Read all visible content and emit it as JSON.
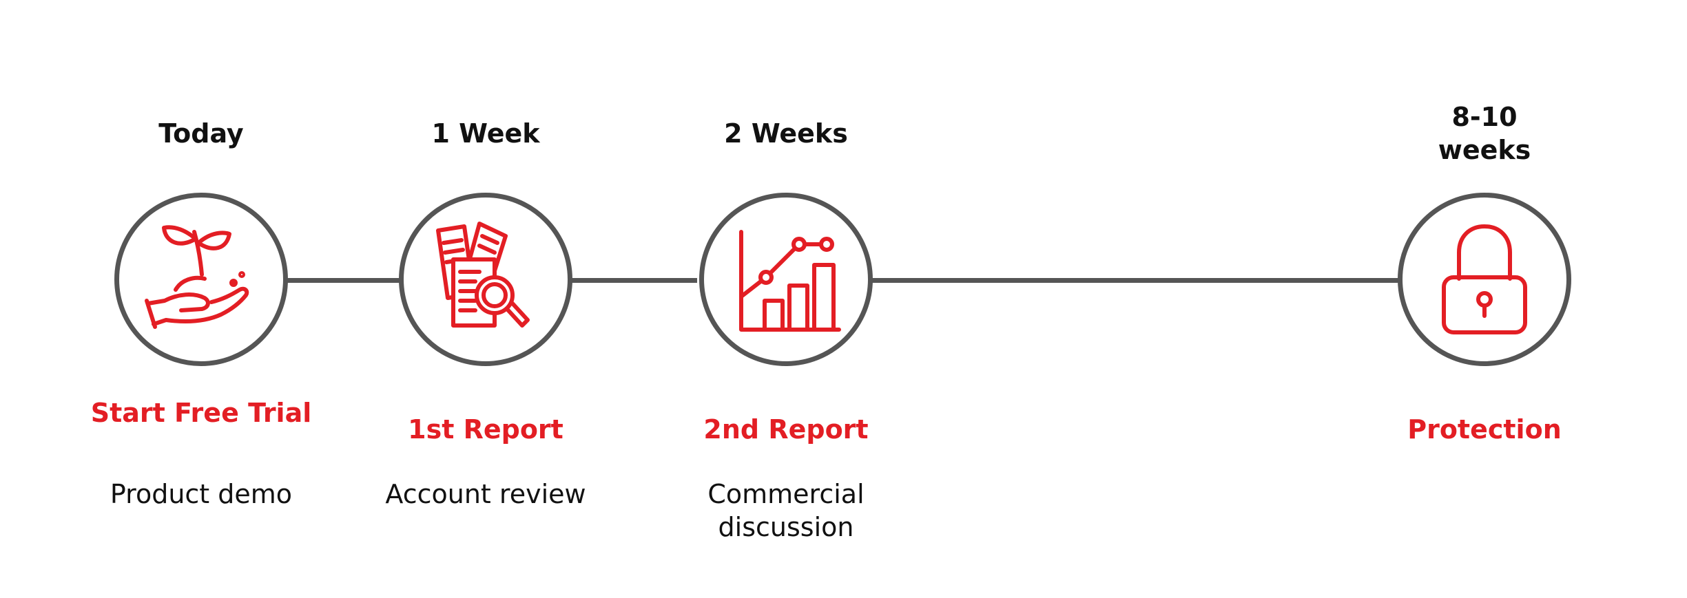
{
  "accent_color": "#e31e24",
  "line_color": "#555555",
  "steps": [
    {
      "header": "Today",
      "title": "Start Free Trial",
      "description": "Product demo",
      "icon": "hand-plant-icon"
    },
    {
      "header": "1 Week",
      "title": "1st Report",
      "description": "Account review",
      "icon": "documents-search-icon"
    },
    {
      "header": "2 Weeks",
      "title": "2nd Report",
      "description": "Commercial discussion",
      "icon": "bar-chart-icon"
    },
    {
      "header": "8-10 weeks",
      "title": "Protection",
      "description": "",
      "icon": "padlock-icon"
    }
  ]
}
